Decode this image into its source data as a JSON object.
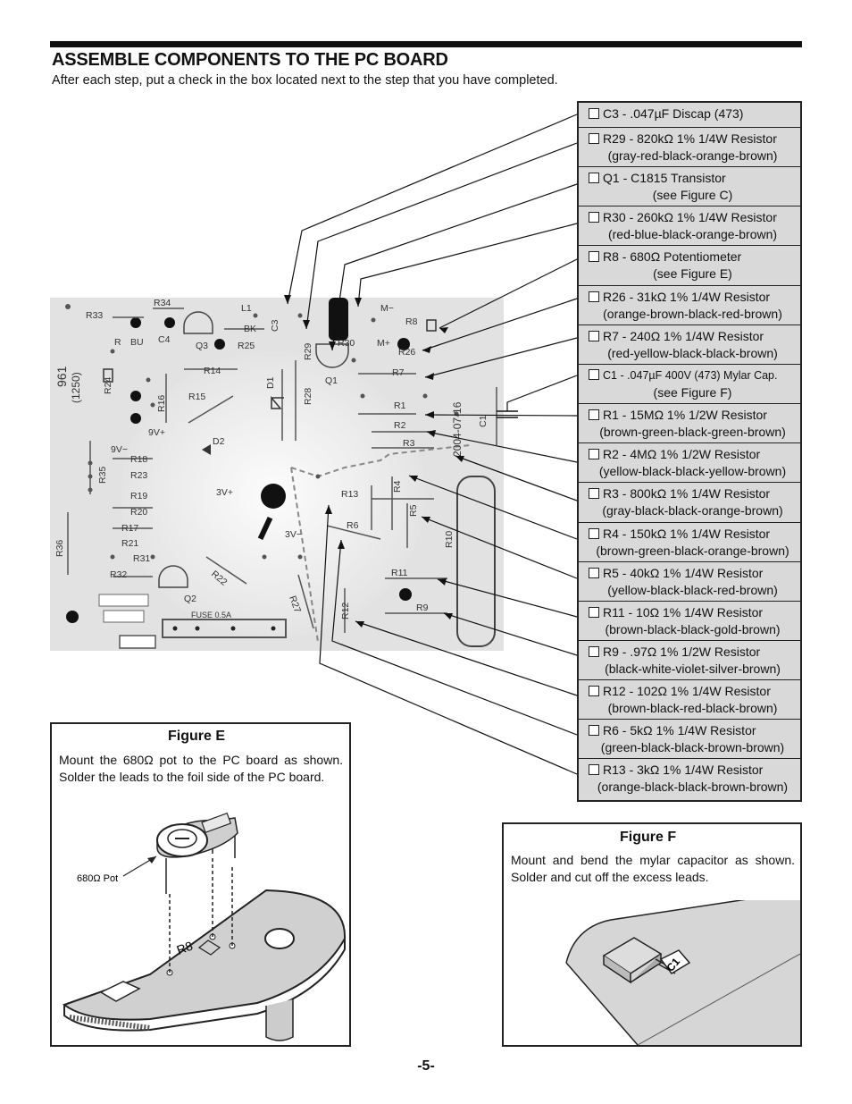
{
  "header": {
    "title": "ASSEMBLE COMPONENTS TO THE PC BOARD",
    "subtitle": "After each step, put a check in the box located next to the step that you have completed."
  },
  "steps": [
    {
      "line1": "C3 - .047µF Discap (473)",
      "line2": ""
    },
    {
      "line1": "R29 - 820kΩ 1% 1/4W Resistor",
      "line2": "(gray-red-black-orange-brown)"
    },
    {
      "line1": "Q1 - C1815 Transistor",
      "line2": "(see Figure C)"
    },
    {
      "line1": "R30 - 260kΩ 1% 1/4W Resistor",
      "line2": "(red-blue-black-orange-brown)"
    },
    {
      "line1": "R8 - 680Ω Potentiometer",
      "line2": "(see Figure E)"
    },
    {
      "line1": "R26 - 31kΩ 1% 1/4W Resistor",
      "line2": "(orange-brown-black-red-brown)"
    },
    {
      "line1": "R7 - 240Ω 1% 1/4W Resistor",
      "line2": "(red-yellow-black-black-brown)"
    },
    {
      "line1": "C1 - .047µF 400V  (473) Mylar Cap.",
      "line2": "(see Figure F)"
    },
    {
      "line1": "R1 - 15MΩ 1% 1/2W Resistor",
      "line2": "(brown-green-black-green-brown)"
    },
    {
      "line1": "R2 - 4MΩ 1% 1/2W Resistor",
      "line2": "(yellow-black-black-yellow-brown)"
    },
    {
      "line1": "R3 - 800kΩ 1% 1/4W Resistor",
      "line2": "(gray-black-black-orange-brown)"
    },
    {
      "line1": "R4 - 150kΩ 1% 1/4W Resistor",
      "line2": "(brown-green-black-orange-brown)"
    },
    {
      "line1": "R5 - 40kΩ 1% 1/4W Resistor",
      "line2": "(yellow-black-black-red-brown)"
    },
    {
      "line1": "R11 - 10Ω 1% 1/4W Resistor",
      "line2": "(brown-black-black-gold-brown)"
    },
    {
      "line1": "R9 - .97Ω 1% 1/2W Resistor",
      "line2": "(black-white-violet-silver-brown)"
    },
    {
      "line1": "R12 - 102Ω 1% 1/4W Resistor",
      "line2": "(brown-black-red-black-brown)"
    },
    {
      "line1": "R6 - 5kΩ 1% 1/4W Resistor",
      "line2": "(green-black-black-brown-brown)"
    },
    {
      "line1": "R13 - 3kΩ 1% 1/4W Resistor",
      "line2": "(orange-black-black-brown-brown)"
    }
  ],
  "board": {
    "labels": [
      "R33",
      "R34",
      "C4",
      "L1",
      "BK",
      "R25",
      "C3",
      "R29",
      "R30",
      "M−",
      "M+",
      "R8",
      "R26",
      "R7",
      "R",
      "BU",
      "Q3",
      "961",
      "(1250)",
      "R24",
      "R14",
      "R15",
      "R16",
      "D1",
      "R28",
      "Q1",
      "R1",
      "R2",
      "R3",
      "C1",
      "2004-07-16",
      "9V+",
      "9V−",
      "D2",
      "R35",
      "R18",
      "R23",
      "R19",
      "R20",
      "R17",
      "R21",
      "R31",
      "R36",
      "R32",
      "3V+",
      "3V−",
      "R13",
      "R6",
      "R4",
      "R5",
      "R10",
      "R22",
      "R27",
      "Q2",
      "R11",
      "R9",
      "R12",
      "FUSE 0.5A"
    ]
  },
  "figureE": {
    "title": "Figure E",
    "text": "Mount the 680Ω pot to the PC board as shown. Solder the leads to the foil side of the PC board.",
    "callout": "680Ω Pot",
    "board_label": "R8"
  },
  "figureF": {
    "title": "Figure F",
    "text": "Mount and bend the mylar capacitor as shown. Solder and cut off the excess leads.",
    "board_label": "C1"
  },
  "footer": {
    "page": "-5-"
  }
}
